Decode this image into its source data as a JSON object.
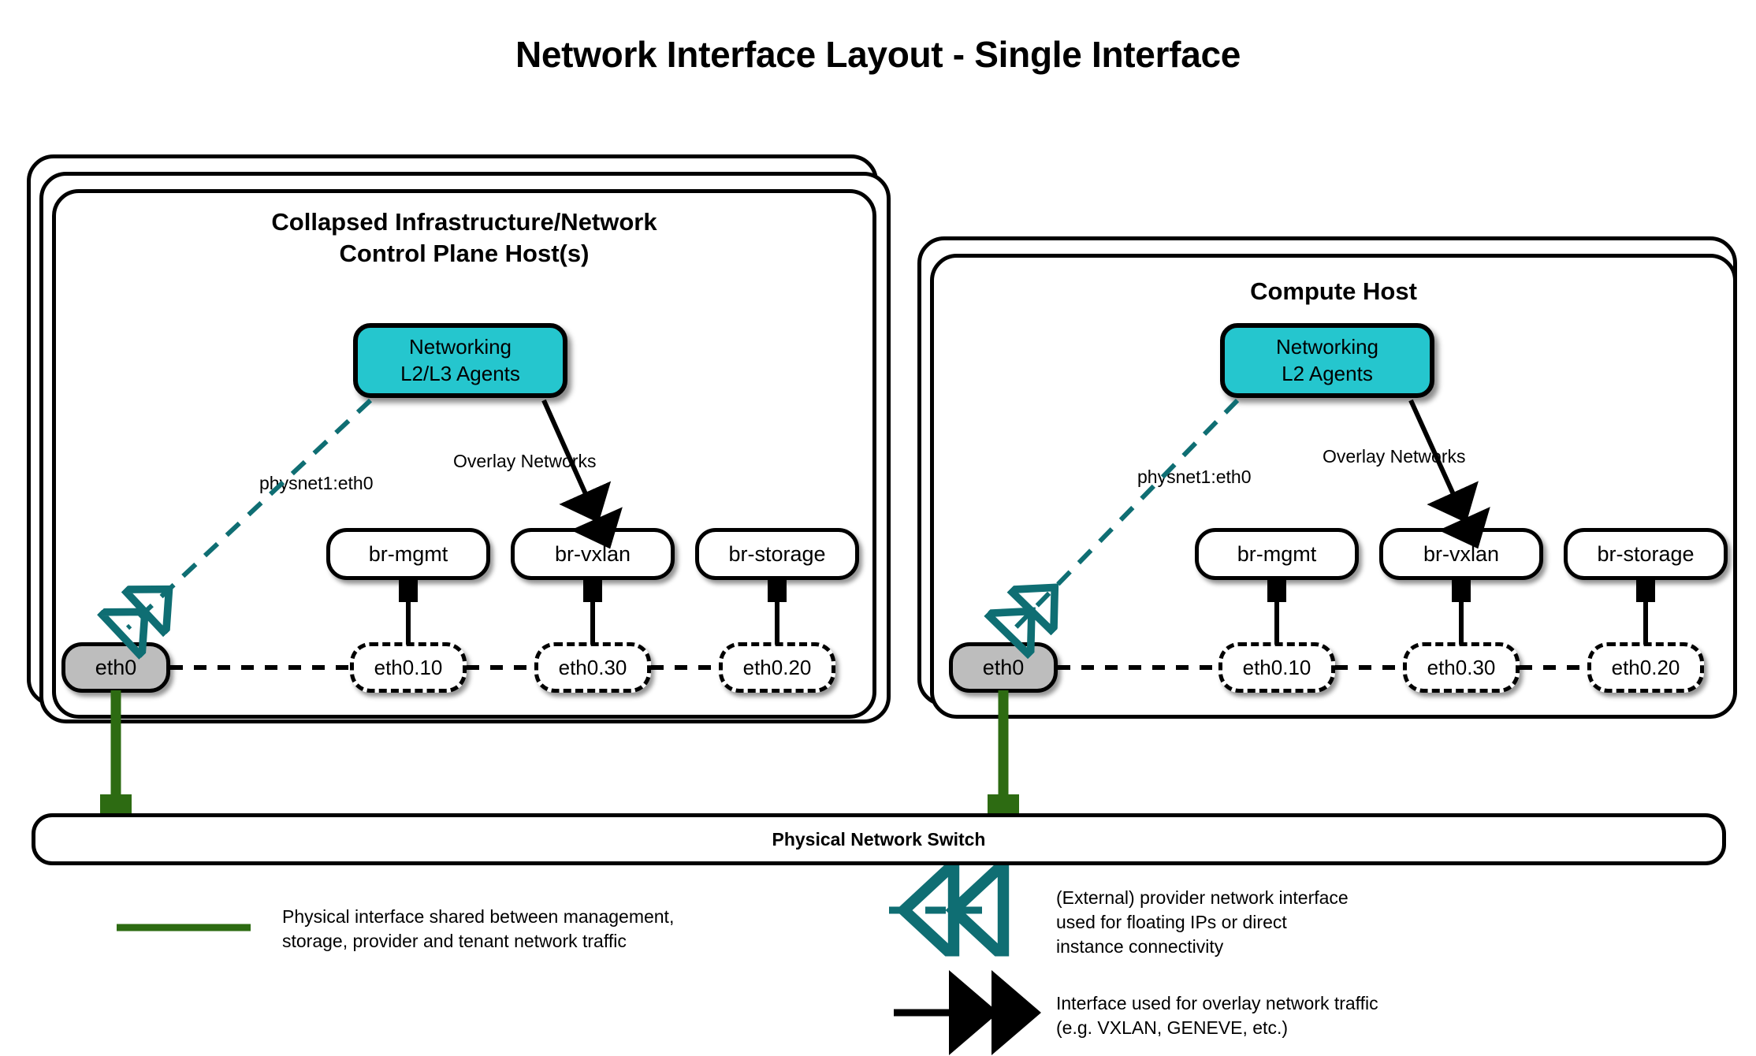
{
  "title": "Network Interface Layout - Single Interface",
  "colors": {
    "agent_fill": "#25c6ce",
    "nic_fill": "#bdbdbd",
    "physical_green": "#2d6b12",
    "provider_teal": "#0f6e73",
    "overlay_black": "#000000"
  },
  "hosts": [
    {
      "id": "control-plane",
      "title": "Collapsed Infrastructure/Network\nControl Plane Host(s)",
      "stack_count": 3,
      "agents_label": "Networking\nL2/L3 Agents",
      "provider_edge_label": "physnet1:eth0",
      "overlay_edge_label": "Overlay Networks",
      "nic": "eth0",
      "bridges": [
        "br-mgmt",
        "br-vxlan",
        "br-storage"
      ],
      "vlans": [
        "eth0.10",
        "eth0.30",
        "eth0.20"
      ]
    },
    {
      "id": "compute",
      "title": "Compute Host",
      "stack_count": 2,
      "agents_label": "Networking\nL2 Agents",
      "provider_edge_label": "physnet1:eth0",
      "overlay_edge_label": "Overlay Networks",
      "nic": "eth0",
      "bridges": [
        "br-mgmt",
        "br-vxlan",
        "br-storage"
      ],
      "vlans": [
        "eth0.10",
        "eth0.30",
        "eth0.20"
      ]
    }
  ],
  "switch": {
    "label": "Physical Network Switch"
  },
  "legend": [
    {
      "id": "physical-interface",
      "swatch": "solid-green-line",
      "text": "Physical interface shared between management,\nstorage, provider and tenant network traffic"
    },
    {
      "id": "provider-network",
      "swatch": "dashed-teal-double-arrow",
      "text": "(External) provider network interface\nused for floating IPs or direct\ninstance connectivity"
    },
    {
      "id": "overlay-network",
      "swatch": "solid-black-double-arrow",
      "text": "Interface used for overlay network traffic\n(e.g. VXLAN, GENEVE, etc.)"
    }
  ]
}
